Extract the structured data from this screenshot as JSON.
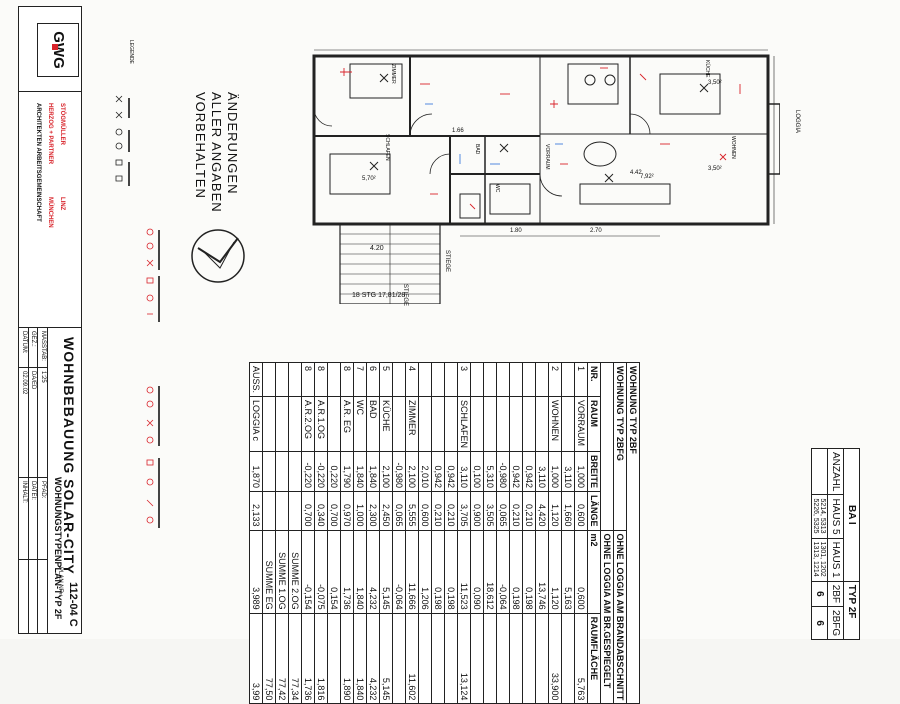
{
  "title_block": {
    "logo_text": "GWG",
    "firm_line": "ARCHITEKTEN  ARBEITSGEMEINSCHAFT",
    "partner_line": "HERZOG + PARTNER",
    "city_line_1": "MÜNCHEN",
    "stoegmueller": "STÖGMÜLLER",
    "city_line_2": "LINZ",
    "project_title": "WOHNBEBAUUNG  SOLAR-CITY",
    "plan_title": "WOHNUNGSTYPENPLAN-TYP 2F",
    "datum_label": "DATUM:",
    "datum_value": "02.09.02",
    "inhalt_label": "INHALT:",
    "gez_label": "GEZ.:",
    "gez_value": "DA/ED",
    "datei_label": "DATEI:",
    "massstab_label": "MASSTAB:",
    "massstab_value": "1:25",
    "pfad_label": "PFAD:",
    "plan_nr_label": "PLAN NR.:",
    "plan_nr_value": "112-04 C"
  },
  "notes": {
    "legende": "LEGENDE",
    "aenderungen_1": "ÄNDERUNGEN",
    "aenderungen_2": "ALLER  ANGABEN",
    "aenderungen_3": "VORBEHALTEN"
  },
  "plan": {
    "stiege": "STIEGE",
    "stairs_label": "18 STG 17,81/28",
    "loggia": "LOGGIA",
    "dim_420": "4.20",
    "dim_180": "1.80",
    "dim_270": "2.70",
    "dim_166": "1.66",
    "dim_442": "4.42",
    "area_350": "3,50²",
    "area_792": "7,92²",
    "area_570": "5,70²",
    "rooms": [
      "WOHNEN",
      "KÜCHE",
      "SCHLAFEN",
      "ZIMMER",
      "BAD",
      "WC",
      "VORRAUM"
    ]
  },
  "room_table": {
    "title_1": "WOHNUNG TYP 2BF",
    "title_2": "WOHNUNG TYP 2BFG",
    "headers": [
      "NR.",
      "RAUM",
      "BREITE",
      "LÄNGE",
      "m2",
      "RAUMFLÄCHE"
    ],
    "note_1": "OHNE LOGGIA AM BRANDABSCHNITT",
    "note_2": "OHNE LOGGIA AM BR.GESPIEGELT",
    "rows": [
      [
        "1",
        "VORRAUM",
        "1,000",
        "0,600",
        "0,600",
        "5,763"
      ],
      [
        "",
        "",
        "3,110",
        "1,660",
        "5,163",
        ""
      ],
      [
        "2",
        "WOHNEN",
        "1,000",
        "1,120",
        "1,120",
        "33,900"
      ],
      [
        "",
        "",
        "3,110",
        "4,420",
        "13,746",
        ""
      ],
      [
        "",
        "",
        "0,942",
        "0,210",
        "0,198",
        ""
      ],
      [
        "",
        "",
        "0,942",
        "0,210",
        "0,198",
        ""
      ],
      [
        "",
        "",
        "-0,980",
        "0,065",
        "-0,064",
        ""
      ],
      [
        "",
        "",
        "5,310",
        "3,505",
        "18,612",
        ""
      ],
      [
        "",
        "",
        "0,100",
        "0,900",
        "0,090",
        ""
      ],
      [
        "3",
        "SCHLAFEN",
        "3,110",
        "3,705",
        "11,523",
        "13,124"
      ],
      [
        "",
        "",
        "0,942",
        "0,210",
        "0,198",
        ""
      ],
      [
        "",
        "",
        "0,942",
        "0,210",
        "0,198",
        ""
      ],
      [
        "",
        "",
        "2,010",
        "0,600",
        "1,206",
        ""
      ],
      [
        "4",
        "ZIMMER",
        "2,100",
        "5,555",
        "11,666",
        "11,602"
      ],
      [
        "",
        "",
        "-0,980",
        "0,065",
        "-0,064",
        ""
      ],
      [
        "5",
        "KÜCHE",
        "2,100",
        "2,450",
        "5,145",
        "5,145"
      ],
      [
        "6",
        "BAD",
        "1,840",
        "2,300",
        "4,232",
        "4,232"
      ],
      [
        "7",
        "WC",
        "1,840",
        "1,000",
        "1,840",
        "1,840"
      ],
      [
        "8",
        "A.R. EG",
        "1,790",
        "0,970",
        "1,736",
        "1,890"
      ],
      [
        "",
        "",
        "0,220",
        "0,700",
        "0,154",
        ""
      ],
      [
        "8",
        "A.R.1.OG",
        "-0,220",
        "0,340",
        "-0,075",
        "1,816"
      ],
      [
        "8",
        "A.R.2.OG",
        "-0,220",
        "0,700",
        "-0,154",
        "1,736"
      ],
      [
        "",
        "",
        "",
        "",
        "SUMME 2.OG",
        "77,34"
      ],
      [
        "",
        "",
        "",
        "",
        "SUMME 1.OG",
        "77,42"
      ],
      [
        "",
        "",
        "",
        "",
        "SUMME EG",
        "77,50"
      ],
      [
        "AUSS.",
        "LOGGIA c",
        "1,870",
        "2,133",
        "3,989",
        "3,99"
      ]
    ]
  },
  "ba_table": {
    "title": "BA I",
    "typ": "TYP 2F",
    "col_2bf": "2BF",
    "col_2bfg": "2BFG",
    "anzahl": "ANZAHL",
    "haus5": "HAUS 5",
    "haus1": "HAUS 1",
    "val_6a": "6",
    "val_6b": "6",
    "haus5_codes": "5214, 5313\n5226, 5325",
    "haus1_codes": "1301, 1202\n1313, 1214"
  }
}
